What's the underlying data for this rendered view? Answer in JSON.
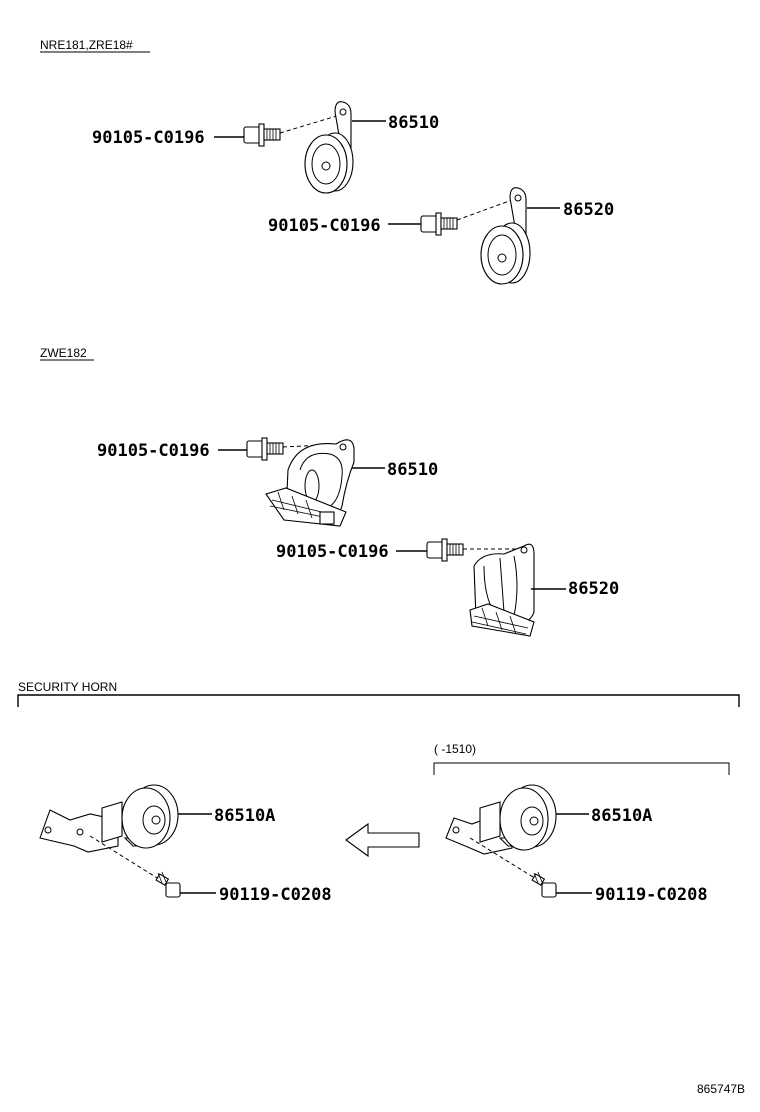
{
  "sections": {
    "nre": "NRE181,ZRE18#",
    "zwe": "ZWE182",
    "security": "SECURITY HORN",
    "security_range": "(      -1510)"
  },
  "parts": {
    "top_bolt_1": "90105-C0196",
    "top_horn_1": "86510",
    "top_bolt_2": "90105-C0196",
    "top_horn_2": "86520",
    "mid_bolt_1": "90105-C0196",
    "mid_horn_1": "86510",
    "mid_bolt_2": "90105-C0196",
    "mid_horn_2": "86520",
    "sec_horn_left": "86510A",
    "sec_bolt_left": "90119-C0208",
    "sec_horn_right": "86510A",
    "sec_bolt_right": "90119-C0208"
  },
  "doc_id": "865747B"
}
